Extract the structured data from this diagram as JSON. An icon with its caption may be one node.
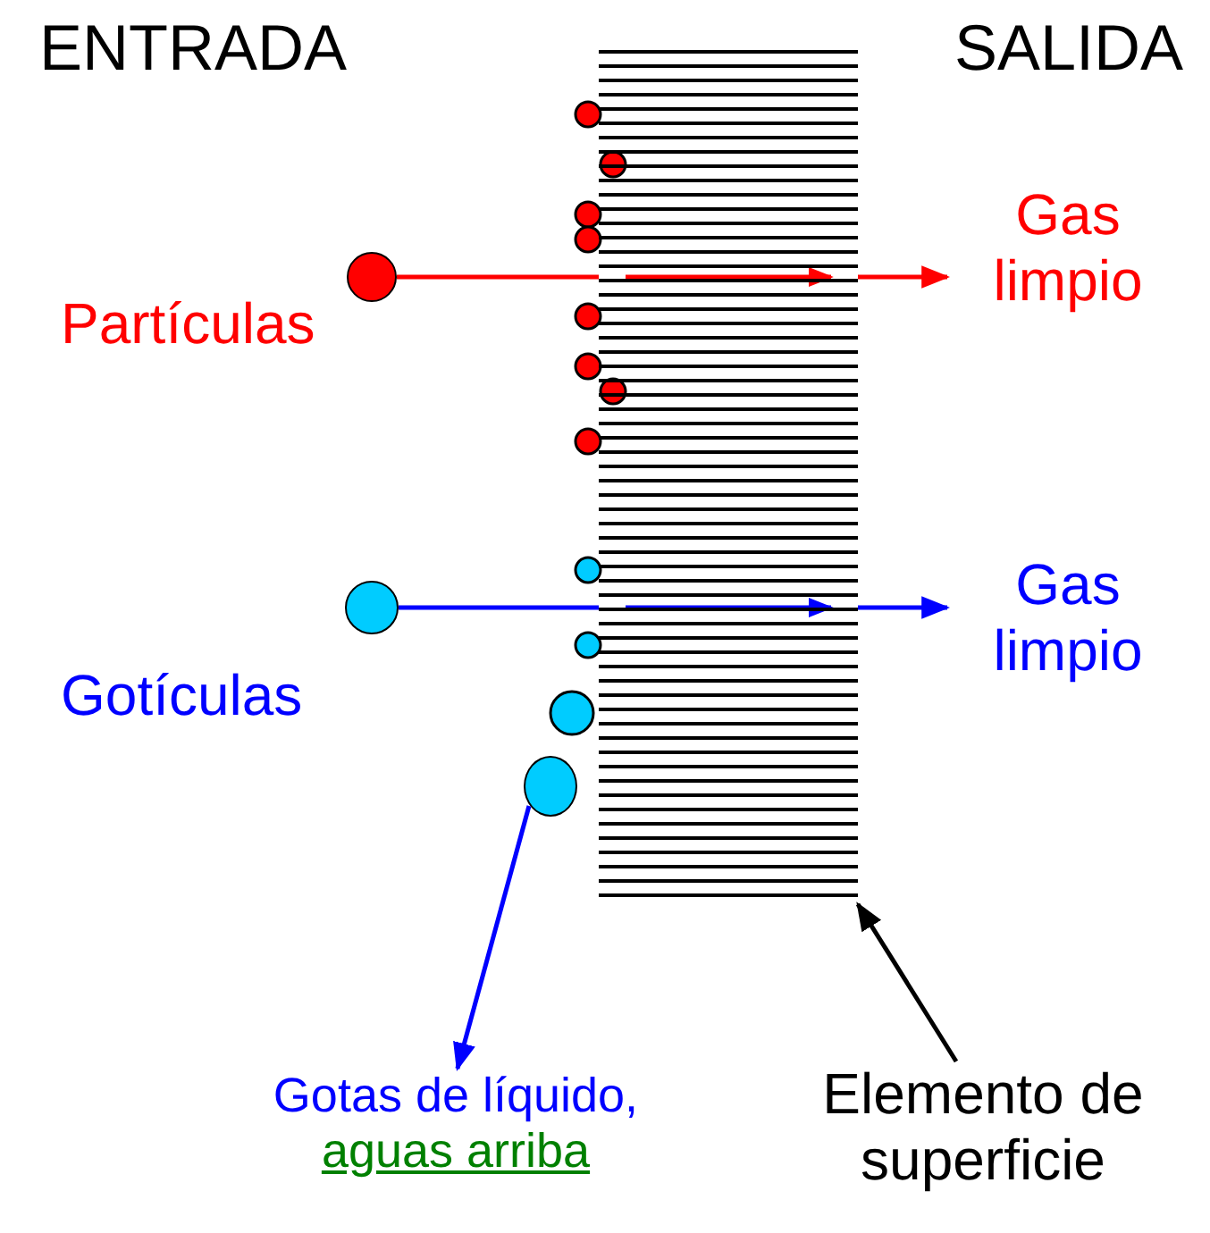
{
  "diagram": {
    "nodes": [
      {
        "text": [],
        "shape": "circle",
        "beside": [
          "Partículas"
        ]
      },
      {
        "text": [
          "Gas limpio"
        ]
      },
      {
        "text": [],
        "shape": "circle",
        "beside": [
          "Gotículas"
        ]
      },
      {
        "text": [
          "Gas limpio"
        ]
      },
      {
        "text": [],
        "shape": "circle"
      },
      {
        "text": [
          "Gotas de líquido,",
          "aguas arriba"
        ]
      },
      {
        "text": [],
        "shape": "box"
      },
      {
        "text": [
          "Elemento de superficie"
        ]
      }
    ],
    "edges": [
      {
        "from": 0,
        "to": 6,
        "arrow": "none",
        "color": "#ff0000"
      },
      {
        "from": 6,
        "to": 1,
        "arrow": "to",
        "color": "#ff0000"
      },
      {
        "from": 2,
        "to": 6,
        "arrow": "none",
        "color": "#0000ff"
      },
      {
        "from": 6,
        "to": 3,
        "arrow": "to",
        "color": "#0000ff"
      },
      {
        "from": 4,
        "to": 5,
        "arrow": "to",
        "color": "#0000ff"
      },
      {
        "from": 7,
        "to": 6,
        "arrow": "to",
        "color": "#000000"
      }
    ],
    "labels": [
      "ENTRADA",
      "SALIDA"
    ]
  }
}
